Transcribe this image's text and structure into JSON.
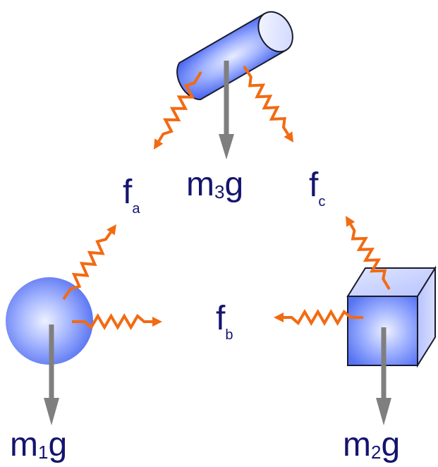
{
  "colors": {
    "gravity_arrow": "#7f7f7f",
    "force_wave": "#f26a12",
    "object_fill": "#4f6cf0",
    "object_highlight": "#e6ebff",
    "object_stroke": "#1a1a2e",
    "label_text": "#14146e"
  },
  "objects": [
    {
      "name": "sphere",
      "shape": "sphere"
    },
    {
      "name": "cube",
      "shape": "cube"
    },
    {
      "name": "cylinder",
      "shape": "cylinder"
    }
  ],
  "labels": {
    "weight_1": {
      "base": "m",
      "sub": "1",
      "tail": "g"
    },
    "weight_2": {
      "base": "m",
      "sub": "2",
      "tail": "g"
    },
    "weight_3": {
      "base": "m",
      "sub": "3",
      "tail": "g"
    },
    "force_a": {
      "base": "f",
      "sub": "a"
    },
    "force_b": {
      "base": "f",
      "sub": "b"
    },
    "force_c": {
      "base": "f",
      "sub": "c"
    }
  }
}
